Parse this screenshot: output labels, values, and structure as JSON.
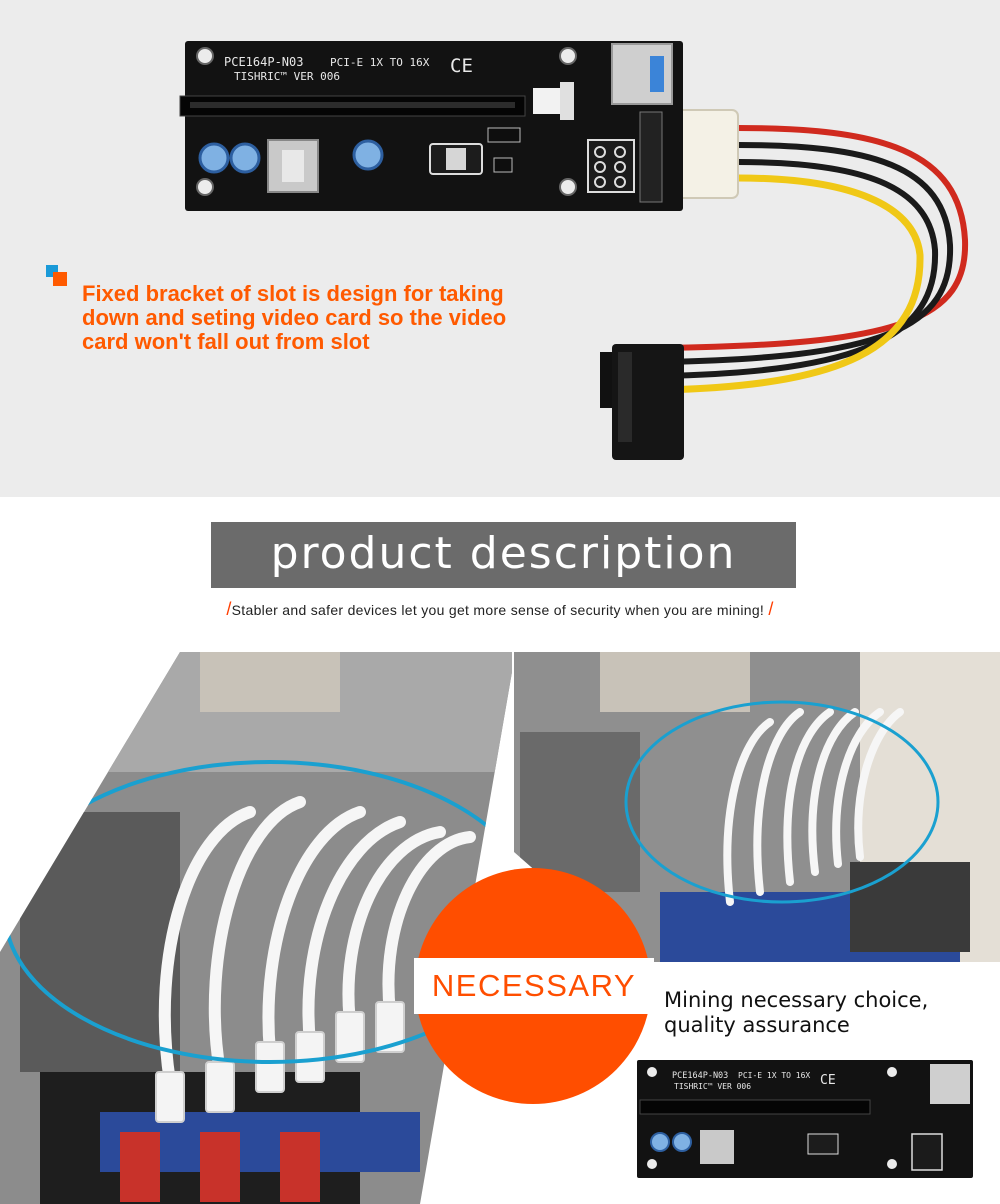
{
  "board": {
    "model_line": "PCE164P-N03",
    "spec_line": "PCI-E 1X TO 16X",
    "brand_line": "TISHRIC™ VER 006",
    "ce_mark": "CE"
  },
  "feature": {
    "marker_icon": "square-bullet-icon",
    "text": "Fixed bracket of slot is design for taking\ndown and seting video card so the video\ncard won't fall out from slot",
    "color": "#ff5a00"
  },
  "description": {
    "title": "product description",
    "slash_left": "/",
    "tagline": "Stabler and safer devices let you get more sense of security when you are mining!",
    "slash_right": "/"
  },
  "highlight": {
    "badge": "NECESSARY",
    "caption": "Mining necessary choice,\nquality assurance",
    "accent": "#ff4e00"
  }
}
